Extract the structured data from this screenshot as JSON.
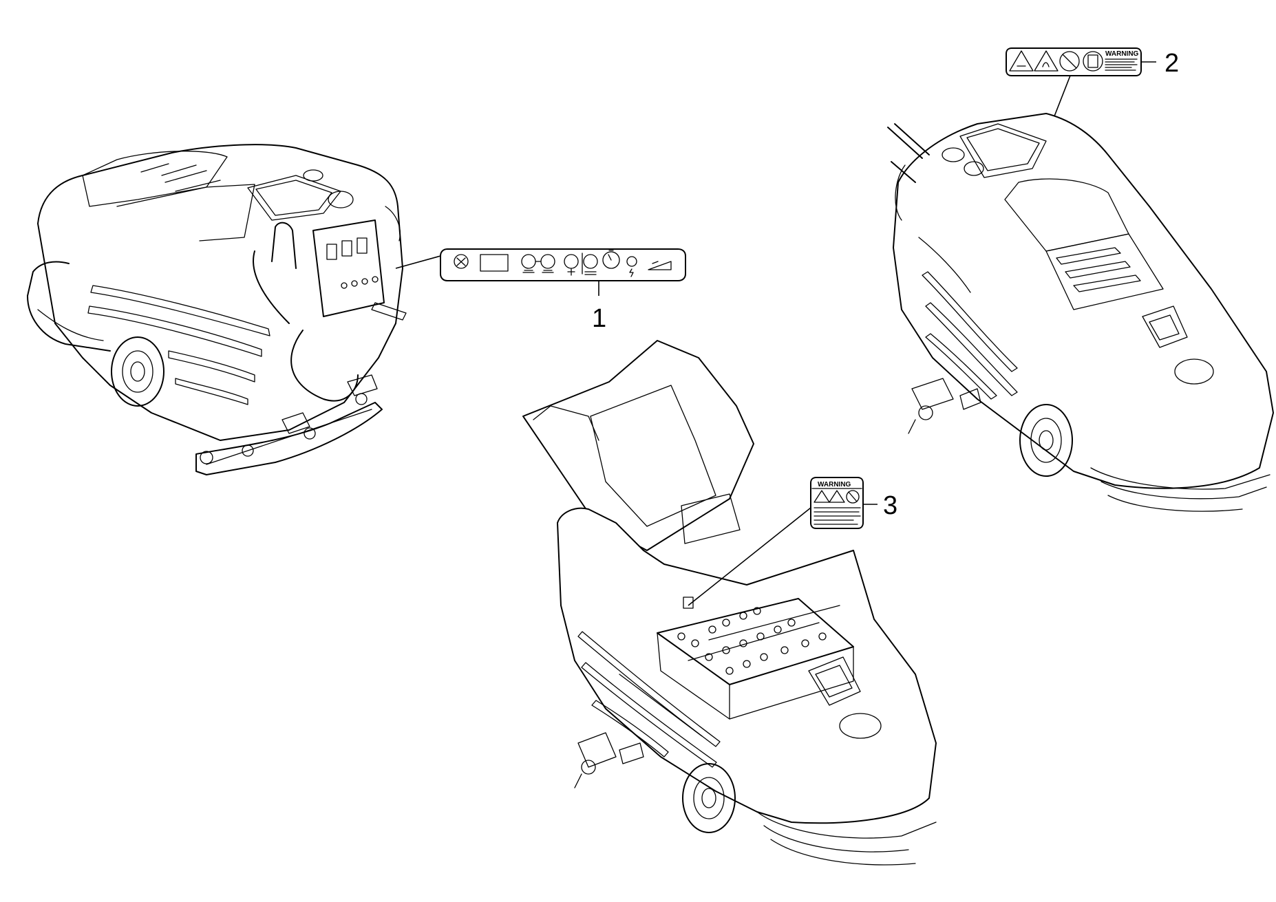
{
  "callouts": [
    {
      "number": "1"
    },
    {
      "number": "2"
    },
    {
      "number": "3"
    }
  ],
  "labels": {
    "warning_text_2": "WARNING",
    "warning_text_3": "WARNING"
  },
  "icons": {
    "decal_1": [
      "power-key-icon",
      "display-icon",
      "brush-icon",
      "brush-icon",
      "vacuum-icon",
      "water-icon",
      "pressure-gauge-icon",
      "light-icon",
      "ramp-icon"
    ],
    "decal_2": [
      "explosion-hazard-icon",
      "fire-hazard-icon",
      "no-smoking-icon",
      "read-manual-icon"
    ],
    "decal_3": [
      "explosion-hazard-icon",
      "fire-hazard-icon",
      "no-smoking-icon"
    ]
  }
}
